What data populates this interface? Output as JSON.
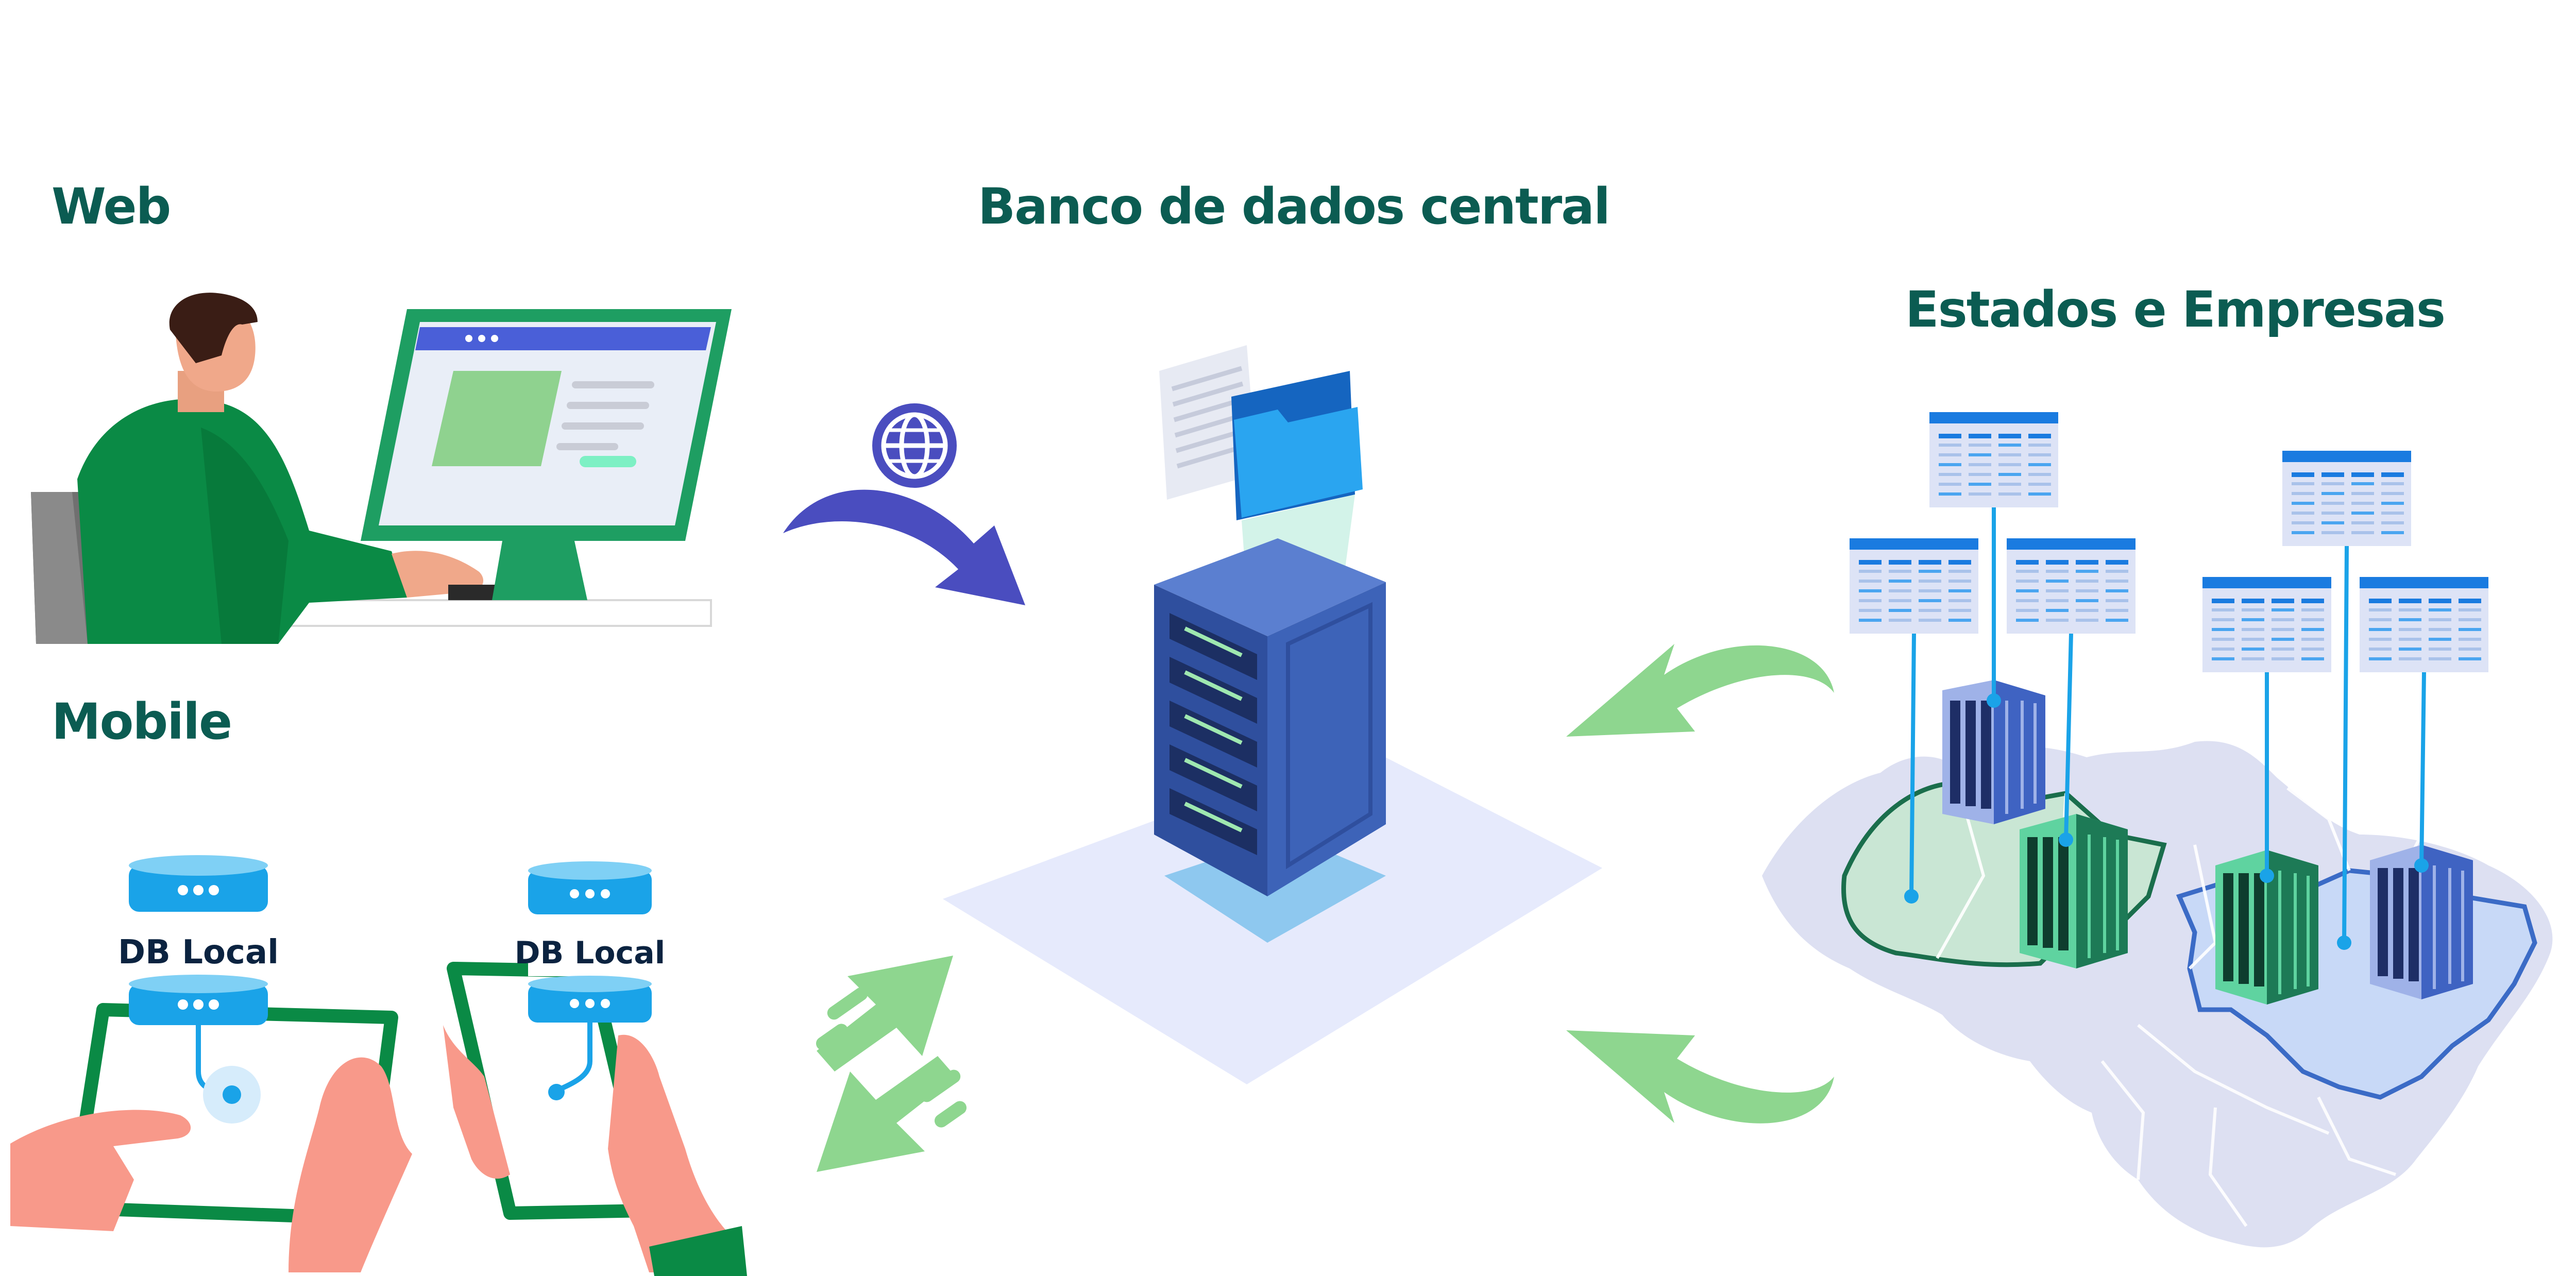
{
  "labels": {
    "web": "Web",
    "central": "Banco de dados central",
    "estados": "Estados e Empresas",
    "mobile": "Mobile"
  },
  "local_db": {
    "tablet_label": "DB Local",
    "phone_label": "DB Local"
  },
  "colors": {
    "heading": "#0b5c52",
    "green_primary": "#0a8a45",
    "green_light_arrow": "#8ed68f",
    "blue_arrow": "#4a4dbf",
    "server_blue": "#2f4f9e",
    "platform": "#e6eafc",
    "map_base": "#dde0f2",
    "db_cyan": "#1aa3e8"
  },
  "icons": {
    "globe": "globe-icon",
    "folder": "folder-icon",
    "document": "document-icon"
  }
}
